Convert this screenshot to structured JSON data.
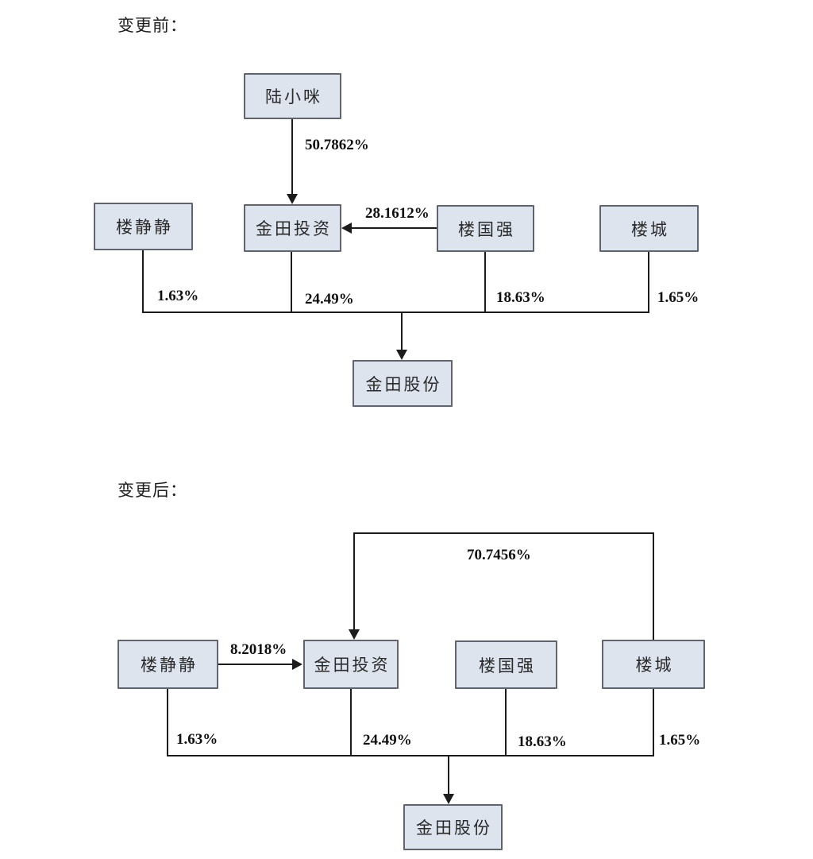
{
  "colors": {
    "box_fill": "#dde4ee",
    "box_border": "#5f646e",
    "line_color": "#1c1c1c"
  },
  "sections": {
    "before": {
      "title": "变更前：",
      "nodes": {
        "lu_xiaomi": "陆小咪",
        "lou_jingjing": "楼静静",
        "jintian_investment": "金田投资",
        "lou_guoqiang": "楼国强",
        "lou_cheng": "楼城",
        "jintian_shares": "金田股份"
      },
      "edges": [
        {
          "from": "陆小咪",
          "to": "金田投资",
          "pct": "50.7862%"
        },
        {
          "from": "楼国强",
          "to": "金田投资",
          "pct": "28.1612%"
        },
        {
          "from": "楼静静",
          "to": "金田股份",
          "pct": "1.63%"
        },
        {
          "from": "金田投资",
          "to": "金田股份",
          "pct": "24.49%"
        },
        {
          "from": "楼国强",
          "to": "金田股份",
          "pct": "18.63%"
        },
        {
          "from": "楼城",
          "to": "金田股份",
          "pct": "1.65%"
        }
      ]
    },
    "after": {
      "title": "变更后：",
      "nodes": {
        "lou_jingjing": "楼静静",
        "jintian_investment": "金田投资",
        "lou_guoqiang": "楼国强",
        "lou_cheng": "楼城",
        "jintian_shares": "金田股份"
      },
      "edges": [
        {
          "from": "楼城",
          "to": "金田投资",
          "pct": "70.7456%"
        },
        {
          "from": "楼静静",
          "to": "金田投资",
          "pct": "8.2018%"
        },
        {
          "from": "楼静静",
          "to": "金田股份",
          "pct": "1.63%"
        },
        {
          "from": "金田投资",
          "to": "金田股份",
          "pct": "24.49%"
        },
        {
          "from": "楼国强",
          "to": "金田股份",
          "pct": "18.63%"
        },
        {
          "from": "楼城",
          "to": "金田股份",
          "pct": "1.65%"
        }
      ]
    }
  }
}
